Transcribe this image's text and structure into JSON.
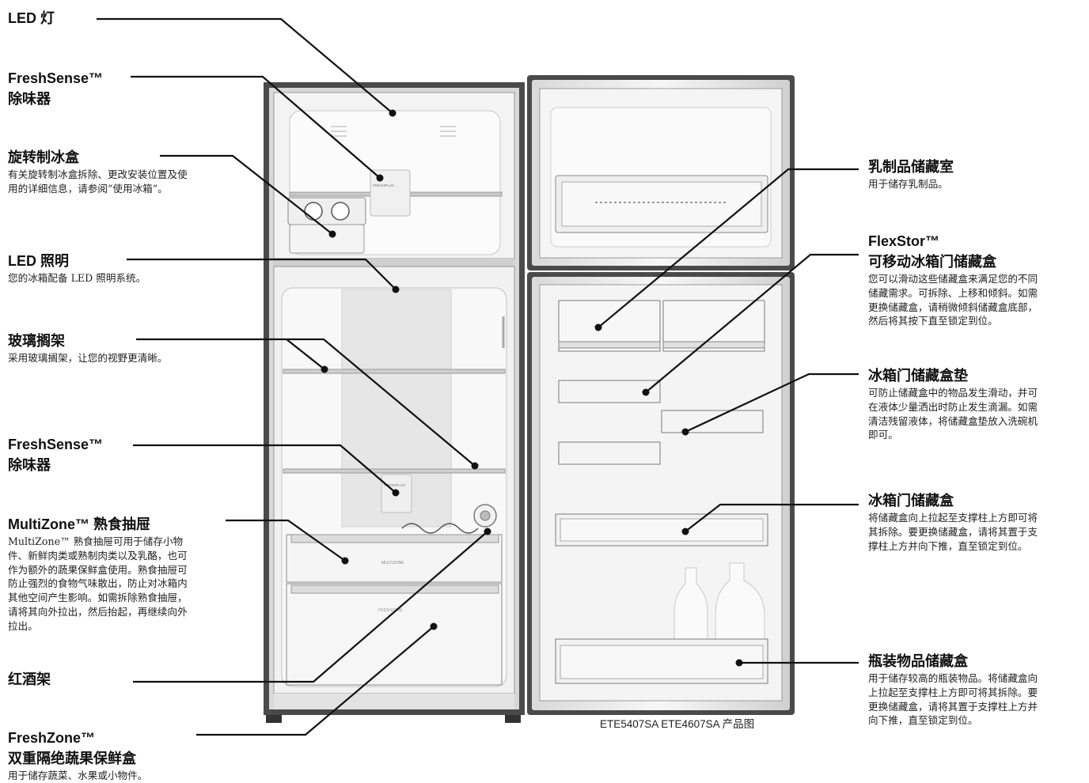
{
  "left_labels": [
    {
      "title": "LED 灯",
      "description": ""
    },
    {
      "title": "FreshSense™\n除味器",
      "description": ""
    },
    {
      "title": "旋转制冰盒",
      "description": "有关旋转制冰盒拆除、更改安装位置及使\n用的详细信息，请参阅“使用冰箱”。"
    },
    {
      "title": "LED 照明",
      "description": "您的冰箱配备 LED 照明系统。"
    },
    {
      "title": "玻璃搁架",
      "description": "采用玻璃搁架，让您的视野更清晰。"
    },
    {
      "title": "FreshSense™\n除味器",
      "description": ""
    },
    {
      "title": "MultiZone™ 熟食抽屉",
      "description": "MultiZone™ 熟食抽屉可用于储存小物\n件、新鲜肉类或熟制肉类以及乳酪，也可\n作为额外的蔬果保鲜盒使用。熟食抽屉可\n防止强烈的食物气味散出，防止对冰箱内\n其他空间产生影响。如需拆除熟食抽屉，\n请将其向外拉出，然后抬起，再继续向外\n拉出。"
    },
    {
      "title": "红酒架",
      "description": ""
    },
    {
      "title": "FreshZone™\n双重隔绝蔬果保鲜盒",
      "description": "用于储存蔬菜、水果或小物件。"
    }
  ],
  "right_labels": [
    {
      "title": "乳制品储藏室",
      "description": "用于储存乳制品。"
    },
    {
      "title": "FlexStor™\n可移动冰箱门储藏盒",
      "description": "您可以滑动这些储藏盒来满足您的不同\n储藏需求。可拆除、上移和倾斜。如需\n更换储藏盒，请稍微倾斜储藏盒底部，\n然后将其按下直至锁定到位。"
    },
    {
      "title": "冰箱门储藏盒垫",
      "description": "可防止储藏盒中的物品发生滑动，并可\n在液体少量洒出时防止发生滴漏。如需\n清洁残留液体，将储藏盒垫放入洗碗机\n即可。"
    },
    {
      "title": "冰箱门储藏盒",
      "description": "将储藏盒向上拉起至支撑柱上方即可将\n其拆除。要更换储藏盒，请将其置于支\n撑柱上方并向下推，直至锁定到位。"
    },
    {
      "title": "瓶装物品储藏盒",
      "description": "用于储存较高的瓶装物品。将储藏盒向\n上拉起至支撑柱上方即可将其拆除。要\n更换储藏盒，请将其置于支撑柱上方并\n向下推，直至锁定到位。"
    }
  ],
  "caption": "ETE5407SA ETE4607SA 产品图",
  "fridge_labels": {
    "freshsense_top": "FRESHPLUS",
    "freshsense_mid": "FRESHPLUS",
    "multizone": "MULTIZONE",
    "freshzone": "FRESHZONE"
  },
  "colors": {
    "outline": "#2b2b2b",
    "panel": "#f4f4f4",
    "liner": "#e9e9e9",
    "leader": "#111111"
  }
}
